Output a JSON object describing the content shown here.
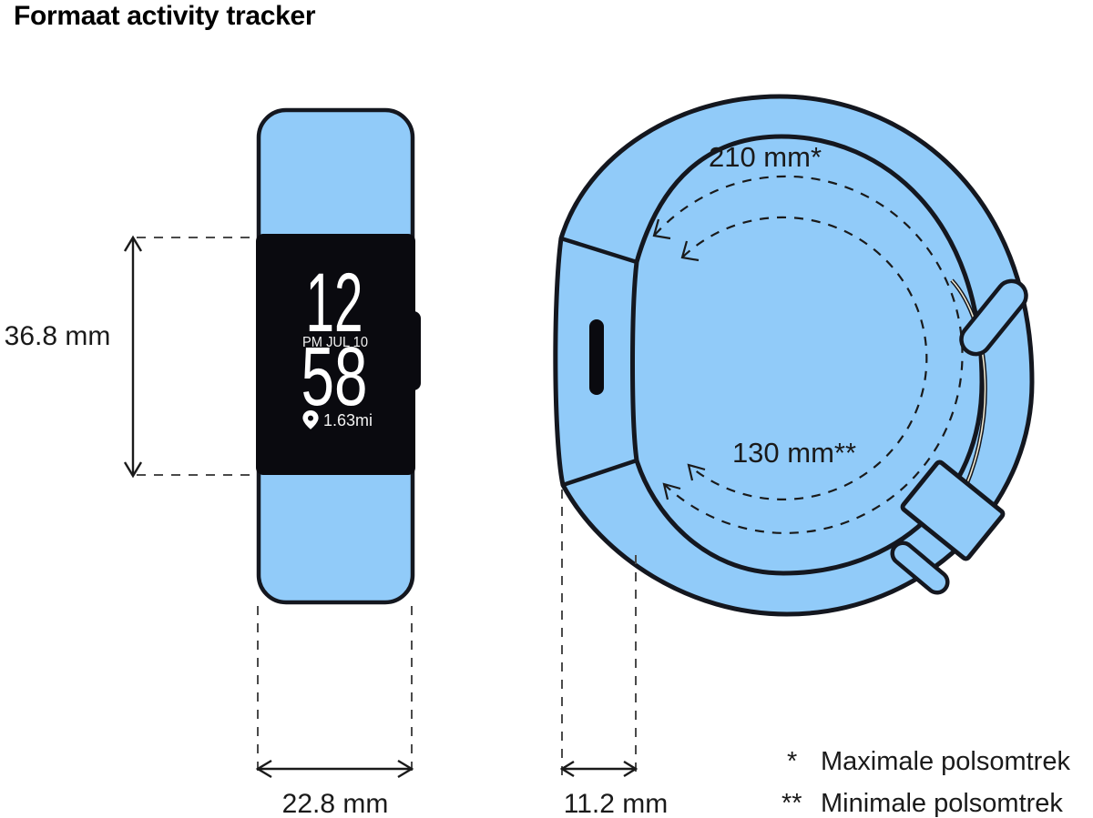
{
  "title": "Formaat activity tracker",
  "colors": {
    "band": "#91CBF9",
    "outline": "#14171F",
    "screen": "#0A0A0F",
    "screen_text": "#FFFFFF",
    "label": "#1A1A1A",
    "dimension_dash": "#4A4A4A",
    "strap_gap": "#EFE8CF"
  },
  "front_view": {
    "screen": {
      "time_hours": "12",
      "date": "PM JUL 10",
      "time_minutes": "58",
      "distance": "1.63mi"
    },
    "height_label": "36.8 mm",
    "width_label": "22.8 mm"
  },
  "side_view": {
    "max_circumference_label": "210 mm*",
    "min_circumference_label": "130 mm**",
    "thickness_label": "11.2 mm"
  },
  "legend": {
    "items": [
      {
        "symbol": "*",
        "label": "Maximale polsomtrek"
      },
      {
        "symbol": "**",
        "label": "Minimale polsomtrek"
      }
    ]
  },
  "icons": {
    "distance_marker": "location-pin"
  }
}
